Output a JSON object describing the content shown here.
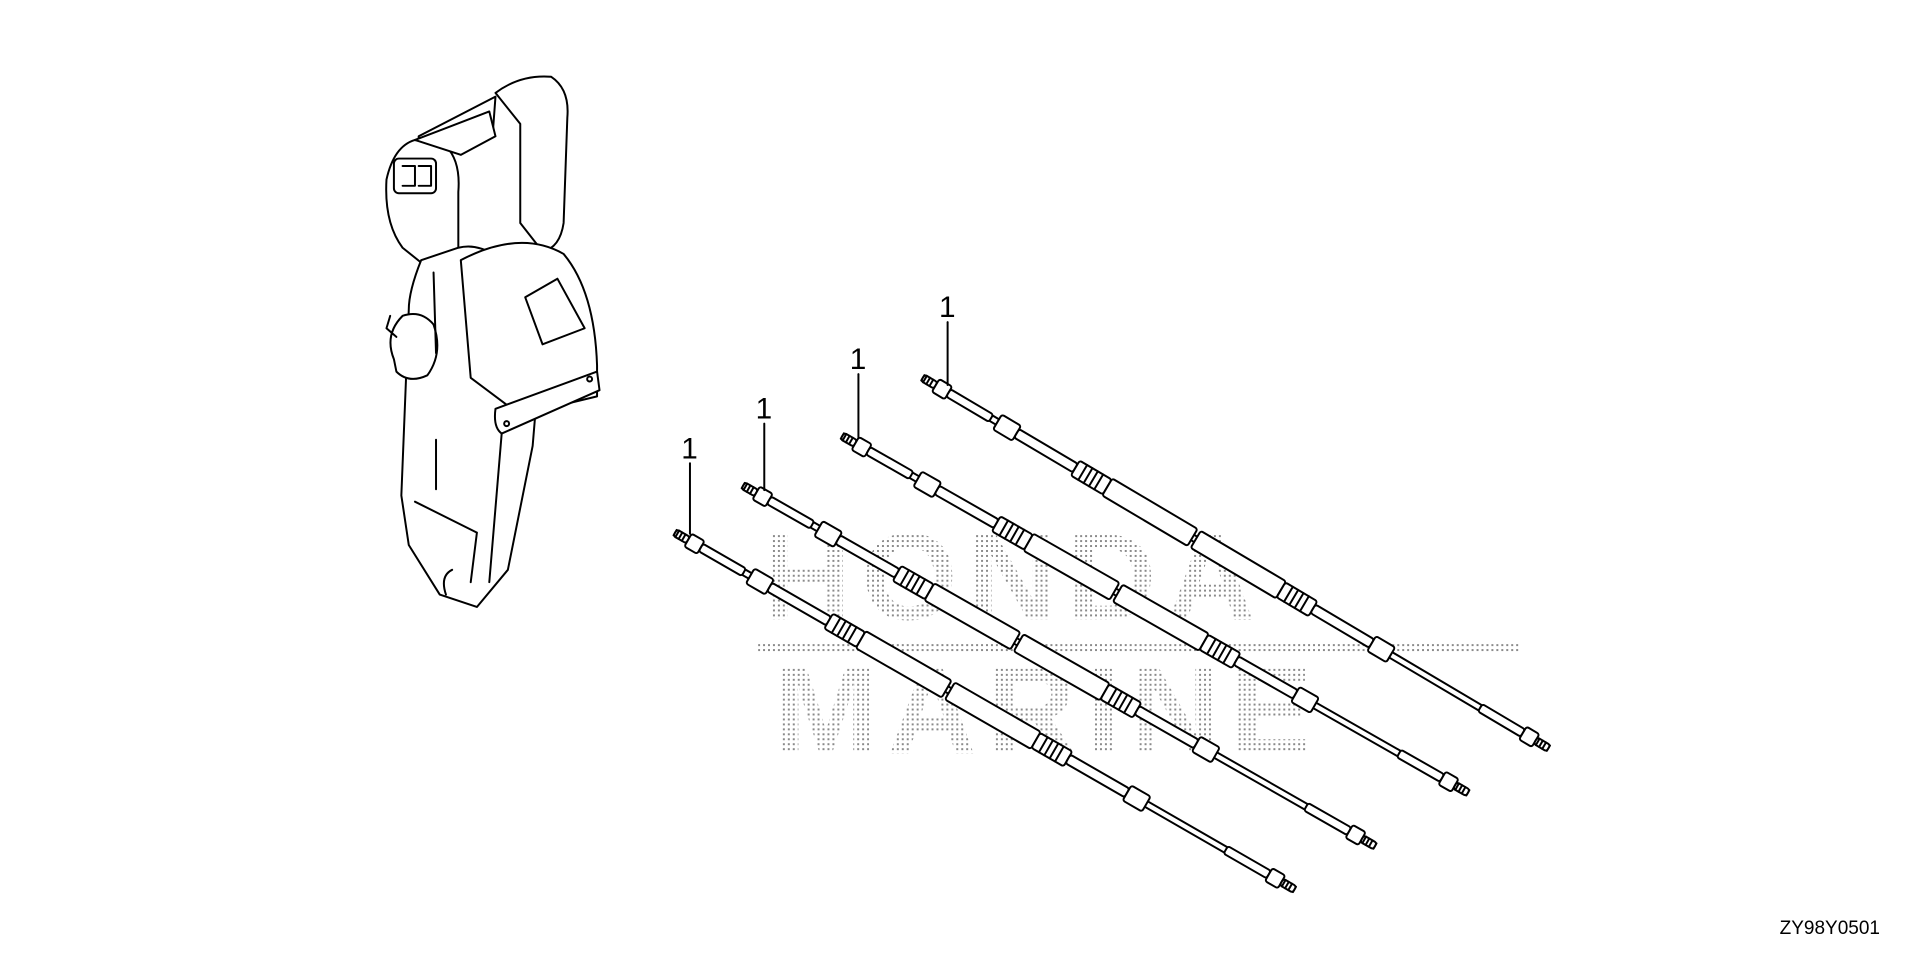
{
  "diagram": {
    "code": "ZY98Y0501",
    "watermark": [
      "HONDA",
      "MARINE"
    ],
    "callouts": [
      {
        "part_no": "1"
      },
      {
        "part_no": "1"
      },
      {
        "part_no": "1"
      },
      {
        "part_no": "1"
      }
    ]
  }
}
